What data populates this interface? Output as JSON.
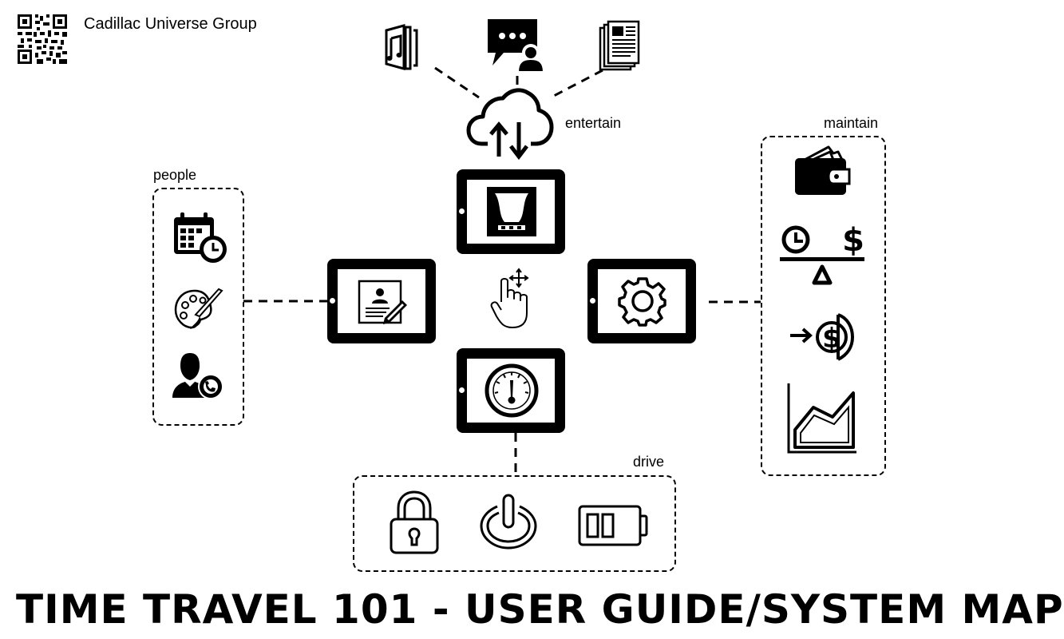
{
  "header": {
    "company": "Cadillac Universe Group",
    "qr_code_icon": "qr-code-icon"
  },
  "groups": {
    "entertain": {
      "label": "entertain",
      "icons": [
        "music-library-icon",
        "chat-user-icon",
        "news-document-icon",
        "cloud-sync-icon"
      ]
    },
    "people": {
      "label": "people",
      "icons": [
        "calendar-clock-icon",
        "paint-palette-icon",
        "contact-call-icon"
      ]
    },
    "maintain": {
      "label": "maintain",
      "icons": [
        "wallet-icon",
        "time-money-balance-icon",
        "payment-in-icon",
        "area-chart-icon"
      ]
    },
    "drive": {
      "label": "drive",
      "icons": [
        "padlock-icon",
        "power-icon",
        "battery-icon"
      ]
    }
  },
  "hub": {
    "center_icon": "touch-gesture-icon",
    "tablets": [
      {
        "name": "theater",
        "icon": "theater-stage-icon"
      },
      {
        "name": "profile",
        "icon": "profile-edit-icon"
      },
      {
        "name": "settings",
        "icon": "gear-icon"
      },
      {
        "name": "gauge",
        "icon": "gauge-icon"
      }
    ]
  },
  "title": "TIME TRAVEL 101 - USER GUIDE/SYSTEM MAP"
}
